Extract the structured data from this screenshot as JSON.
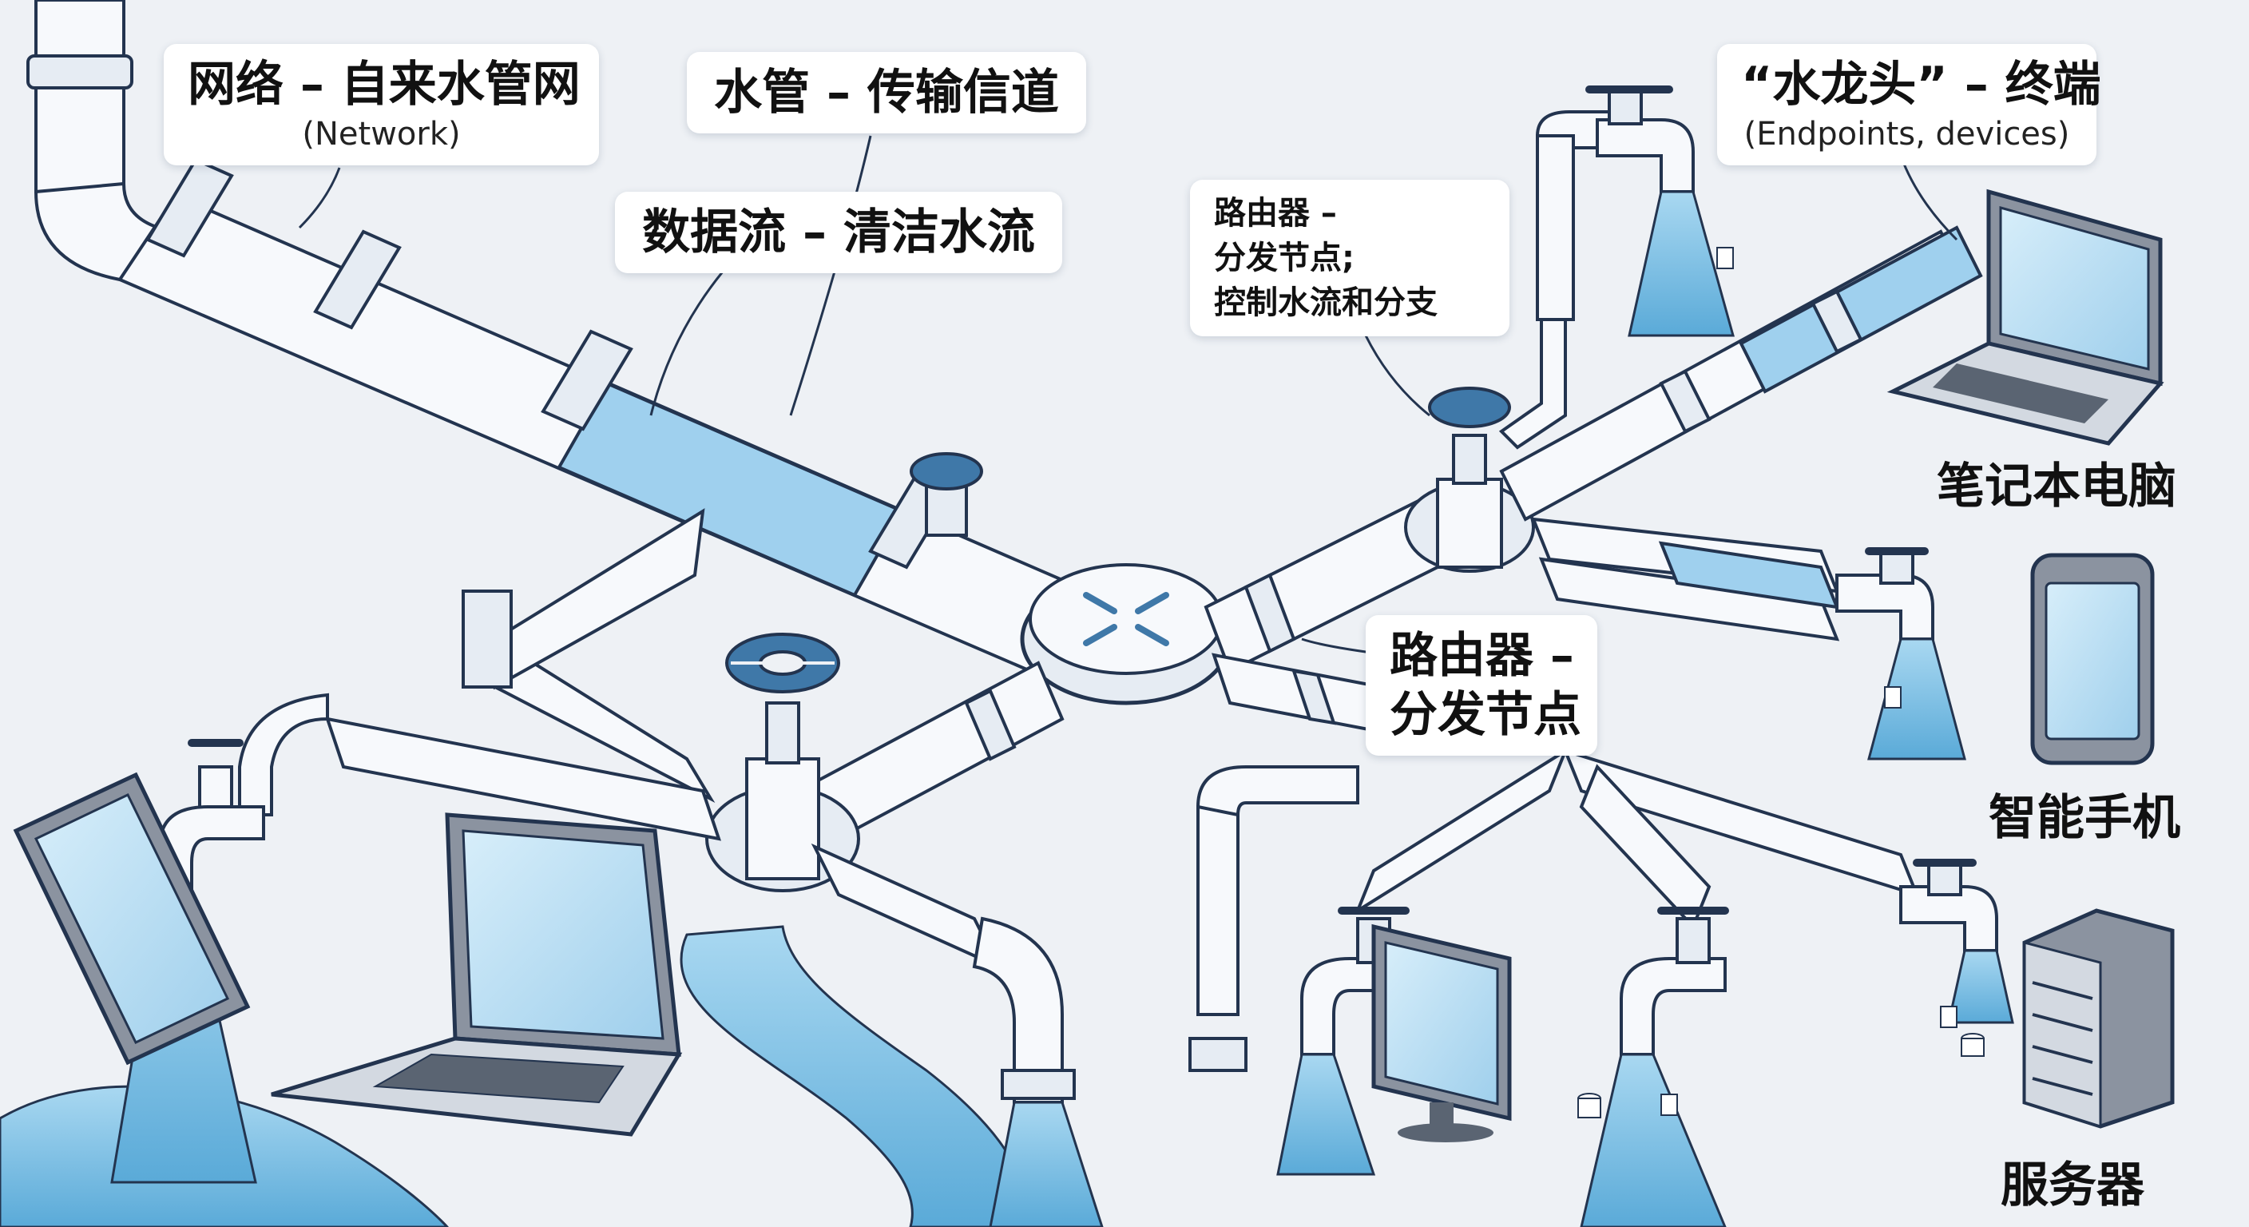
{
  "colors": {
    "background": "#eef1f5",
    "pipe_fill": "#f7f9fc",
    "pipe_stroke": "#23344f",
    "water": "#7fc0e3",
    "water_dark": "#4a9fd0",
    "valve": "#3f78a8",
    "screen": "#bfe0f3"
  },
  "callouts": {
    "network": {
      "main": "网络 – 自来水管网",
      "sub": "(Network)"
    },
    "pipe": {
      "main": "水管 – 传输信道"
    },
    "dataflow": {
      "main": "数据流 – 清洁水流"
    },
    "router_control": {
      "lines": [
        "路由器 –",
        "分发节点;",
        "控制水流和分支"
      ]
    },
    "faucet": {
      "main": "“水龙头” – 终端",
      "sub": "(Endpoints, devices)"
    },
    "router": {
      "lines": [
        "路由器 –",
        "分发节点"
      ]
    }
  },
  "device_labels": {
    "laptop": "笔记本电脑",
    "smartphone": "智能手机",
    "server": "服务器"
  },
  "icons": [
    "router-arrows-icon",
    "laptop-icon",
    "smartphone-icon",
    "server-icon",
    "monitor-icon",
    "faucet-icon",
    "valve-wheel-icon",
    "document-icon",
    "database-icon"
  ]
}
